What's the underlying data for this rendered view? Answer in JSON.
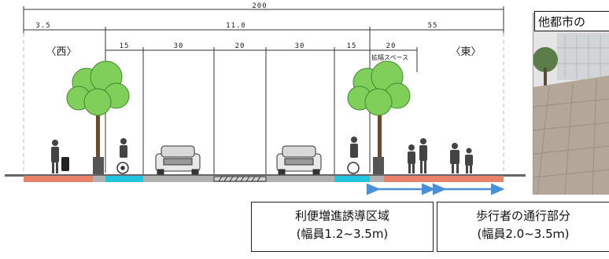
{
  "section": {
    "total": "200",
    "west_dims": {
      "width": "3.5",
      "dir": "〈西〉"
    },
    "center_dims": {
      "width": "11.0",
      "lanes": [
        "15",
        "30",
        "20",
        "30",
        "15"
      ]
    },
    "east_dims": {
      "width": "55",
      "sub": "20",
      "dir": "〈東〉",
      "space_label": "拡幅スペース"
    }
  },
  "photo": {
    "title": "他都市の"
  },
  "labels": {
    "left": {
      "line1": "利便増進誘導区域",
      "line2": "(幅員1.2~3.5m)"
    },
    "right": {
      "line1": "歩行者の通行部分",
      "line2": "(幅員2.0~3.5ｍ)"
    }
  },
  "colors": {
    "sidewalk": "#e8826a",
    "bike_lane": "#22c3dd",
    "road": "#b0b0b0",
    "arrow": "#4a90d9",
    "tree": "#7fcf5a",
    "tree_dark": "#3c8a2c"
  }
}
